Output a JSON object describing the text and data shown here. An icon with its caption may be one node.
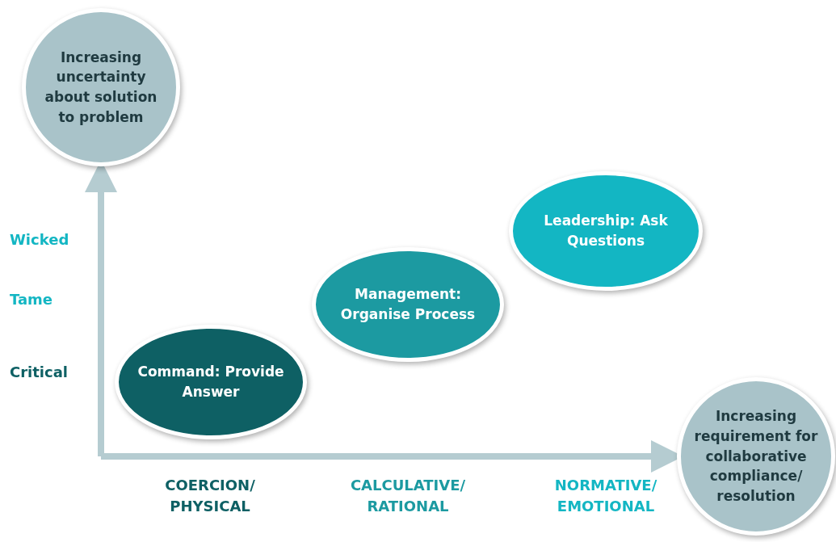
{
  "diagram": {
    "nodes": [
      {
        "text": [
          "Increasing uncertainty about solution to problem"
        ]
      },
      {
        "text": [
          "Command: Provide Answer"
        ]
      },
      {
        "text": [
          "Management: Organise Process"
        ]
      },
      {
        "text": [
          "Leadership: Ask Questions"
        ]
      },
      {
        "text": [
          "Increasing requirement for collaborative compliance/ resolution"
        ]
      }
    ],
    "edges": [
      {
        "from": null,
        "to": 0,
        "arrow": "to"
      },
      {
        "from": null,
        "to": 4,
        "arrow": "to"
      }
    ],
    "labels": [
      "Wicked",
      "Tame",
      "Critical",
      "COERCION/ PHYSICAL",
      "CALCULATIVE/ RATIONAL",
      "NORMATIVE/ EMOTIONAL"
    ]
  }
}
